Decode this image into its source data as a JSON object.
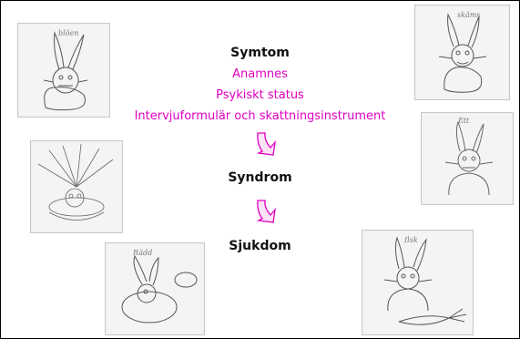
{
  "diagram": {
    "stage1": {
      "title": "Symtom",
      "items": [
        "Anamnes",
        "Psykiskt status",
        "Intervjuformulär och skattningsinstrument"
      ]
    },
    "stage2": {
      "title": "Syndrom"
    },
    "stage3": {
      "title": "Sjukdom"
    },
    "arrow_color": "#e000c0",
    "subtitle_color": "#e000c0"
  }
}
